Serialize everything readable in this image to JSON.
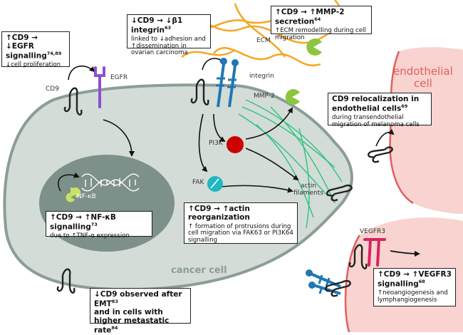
{
  "labels": {
    "cd9": "CD9",
    "egfr": "EGFR",
    "ecm": "ECM",
    "integrin": "integrin",
    "mmp2": "MMP-2",
    "pi3k": "PI3K",
    "fak": "FAK",
    "actin": "actin\nfilaments",
    "nfkb": "NF-κB",
    "vegfr3": "VEGFR3",
    "cancer_cell": "cancer cell",
    "endothelial_cell": "endothelial\ncell"
  },
  "boxes": {
    "egfr": {
      "title": "↑CD9 → ↓EGFR signalling",
      "refs": "74,89",
      "body": "↓cell proliferation"
    },
    "integrin": {
      "title": "↓CD9 → ↓β1 integrin",
      "refs": "63",
      "body": "linked to ↓adhesion and ↑dissemination in ovarian carcinoma"
    },
    "mmp": {
      "title": "↑CD9 → ↑MMP-2 secretion",
      "refs": "64",
      "body": "↑ECM remodelling during cell migration"
    },
    "reloc": {
      "title": "CD9 relocalization in endothelial cells",
      "refs": "69",
      "body": "during transendothelial migration of melanoma cells"
    },
    "nfkb": {
      "title": "↑CD9 → ↑NF-κB signalling",
      "refs": "73",
      "body": "due to ↑TNF-α expression"
    },
    "actin": {
      "title": "↑CD9 → ↑actin reorganization",
      "body": "↑ formation of protrusions during cell migration via FAK63 or PI3K64 signalling"
    },
    "vegfr": {
      "title": "↑CD9 → ↑VEGFR3 signalling",
      "refs": "68",
      "body": "↑neoangiogenesis and lymphangiogenesis"
    },
    "emt": {
      "title": "↓CD9 observed after EMT",
      "refs": "83",
      "title2": "and in cells with higher metastatic rate",
      "refs2": "84"
    }
  },
  "colors": {
    "cell_fill": "#d3dcd7",
    "cell_stroke": "#8c9d96",
    "nucleus_fill": "#7d9089",
    "endo_fill": "#f8d3cf",
    "endo_stroke": "#e0605e",
    "cd9_stroke": "#222222",
    "egfr": "#8c4fd0",
    "integrin_blue": "#1f77b4",
    "ecm_orange": "#f5a623",
    "mmp_green": "#8cc63f",
    "pi3k_red": "#cc0000",
    "fak_teal": "#1fb7c1",
    "actin_green": "#2ec27e",
    "vegfr_pink": "#d6245f",
    "cancer_label": "#8c9d96",
    "endo_label": "#e0605e"
  }
}
